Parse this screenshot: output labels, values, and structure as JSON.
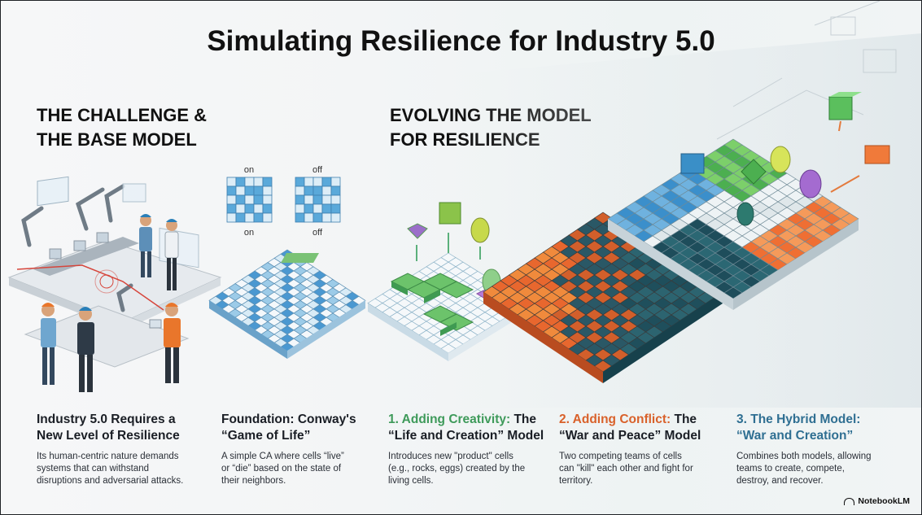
{
  "title": "Simulating Resilience for Industry 5.0",
  "sections": {
    "left": {
      "heading_lines": [
        "THE CHALLENGE &",
        "THE BASE MODEL"
      ]
    },
    "right": {
      "heading_lines": [
        "EVOLVING THE MODEL",
        "FOR RESILIENCE"
      ]
    }
  },
  "grid_labels": {
    "top_left": "on",
    "top_right": "off",
    "bottom_left": "on",
    "bottom_right": "off"
  },
  "captions": [
    {
      "title_lines": [
        "Industry 5.0 Requires a",
        "New Level of Resilience"
      ],
      "body_lines": [
        "Its human-centric nature demands",
        "systems that can withstand",
        "disruptions and adversarial attacks."
      ]
    },
    {
      "title_lines": [
        "Foundation: Conway's",
        "“Game of Life”"
      ],
      "body_lines": [
        "A simple CA where cells “live”",
        "or “die” based on the state of",
        "their neighbors."
      ]
    },
    {
      "title_accent": "1. Adding Creativity:",
      "title_rest": " The",
      "title_line2": "“Life and Creation” Model",
      "accent_color": "#3e9a5a",
      "body_lines": [
        "Introduces new \"product\" cells",
        "(e.g., rocks, eggs) created by the",
        "living cells."
      ]
    },
    {
      "title_accent": "2. Adding Conflict:",
      "title_rest": " The",
      "title_line2": "“War and Peace” Model",
      "accent_color": "#d9612a",
      "body_lines": [
        "Two competing teams of cells",
        "can \"kill\" each other and fight for",
        "territory."
      ]
    },
    {
      "title_accent": "3. The Hybrid Model:",
      "title_rest": "",
      "title_line2": "“War and Creation”",
      "accent_color": "#2f6f92",
      "body_lines": [
        "Combines both models, allowing",
        "teams to create, compete,",
        "destroy, and recover."
      ]
    }
  ],
  "brand": "NotebookLM"
}
